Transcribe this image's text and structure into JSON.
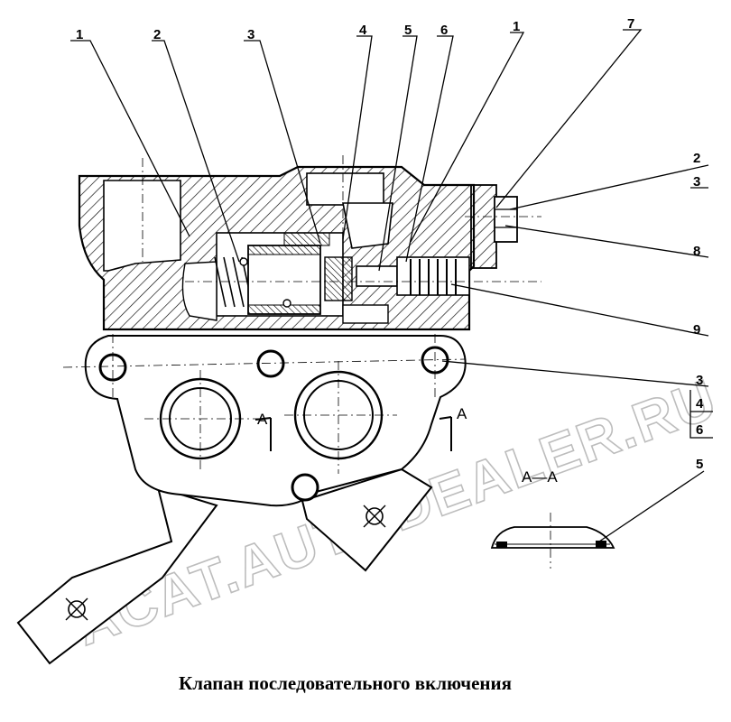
{
  "caption": "Клапан последовательного включения",
  "watermark": "ACAT.AUTODEALER.RU",
  "section_mark": "A",
  "section_view_label": "A—A",
  "callouts": {
    "c1a": "1",
    "c2": "2",
    "c3": "3",
    "c4": "4",
    "c5": "5",
    "c6": "6",
    "c1b": "1",
    "c7": "7",
    "r2": "2",
    "r3": "3",
    "r8": "8",
    "r9": "9",
    "b3": "3",
    "b4": "4",
    "b6": "6",
    "b5": "5"
  }
}
